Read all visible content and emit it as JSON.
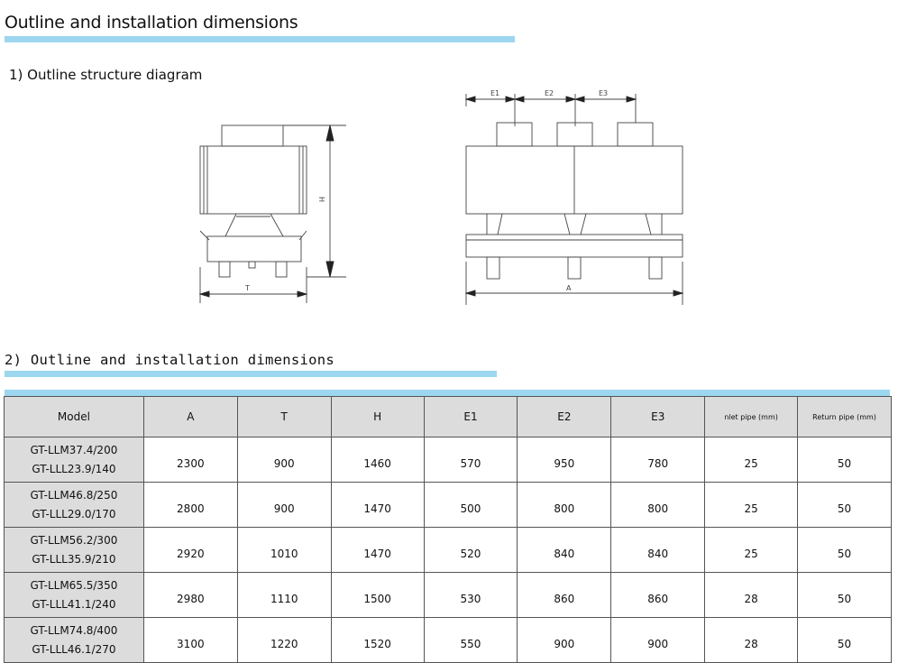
{
  "title": "Outline and installation dimensions",
  "section1": "1)  Outline structure diagram",
  "section2": "2) Outline and installation dimensions",
  "diagram_labels": {
    "h": "H",
    "t": "T",
    "a": "A",
    "e1": "E1",
    "e2": "E2",
    "e3": "E3"
  },
  "table": {
    "headers": [
      "Model",
      "A",
      "T",
      "H",
      "E1",
      "E2",
      "E3",
      "nlet pipe (mm)",
      "Return pipe (mm)"
    ],
    "rows": [
      {
        "model1": "GT-LLM37.4/200",
        "model2": "GT-LLL23.9/140",
        "values": [
          "2300",
          "900",
          "1460",
          "570",
          "950",
          "780",
          "25",
          "50"
        ]
      },
      {
        "model1": "GT-LLM46.8/250",
        "model2": "GT-LLL29.0/170",
        "values": [
          "2800",
          "900",
          "1470",
          "500",
          "800",
          "800",
          "25",
          "50"
        ]
      },
      {
        "model1": "GT-LLM56.2/300",
        "model2": "GT-LLL35.9/210",
        "values": [
          "2920",
          "1010",
          "1470",
          "520",
          "840",
          "840",
          "25",
          "50"
        ]
      },
      {
        "model1": "GT-LLM65.5/350",
        "model2": "GT-LLL41.1/240",
        "values": [
          "2980",
          "1110",
          "1500",
          "530",
          "860",
          "860",
          "28",
          "50"
        ]
      },
      {
        "model1": "GT-LLM74.8/400",
        "model2": "GT-LLL46.1/270",
        "values": [
          "3100",
          "1220",
          "1520",
          "550",
          "900",
          "900",
          "28",
          "50"
        ]
      }
    ]
  },
  "colors": {
    "accent_bar": "#9dd6ef",
    "header_bg": "#dcdcdc"
  }
}
